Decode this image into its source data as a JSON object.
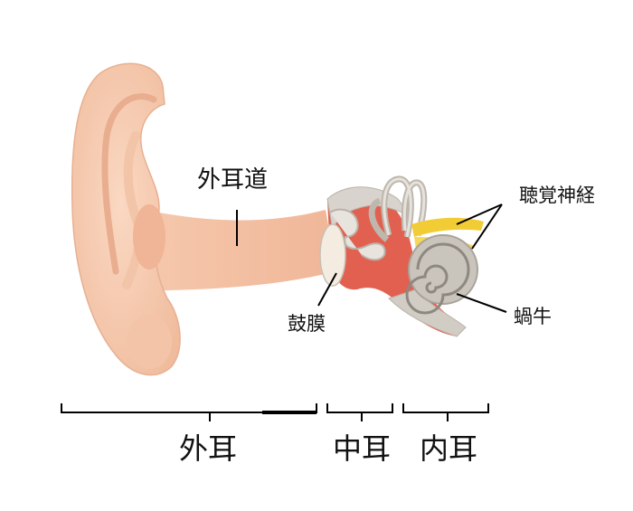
{
  "labels": {
    "ear_canal": "外耳道",
    "auditory_nerve": "聴覚神経",
    "eardrum": "鼓膜",
    "cochlea": "蝸牛"
  },
  "sections": {
    "outer": "外耳",
    "middle": "中耳",
    "inner": "内耳"
  },
  "colors": {
    "skin": "#f7cdb0",
    "skin_shadow": "#eab394",
    "canal": "#f3c2a6",
    "middle_red": "#e2604f",
    "bone": "#d8d3cc",
    "bone_dark": "#b9b2aa",
    "nerve": "#f2cc35",
    "line": "#000000"
  }
}
